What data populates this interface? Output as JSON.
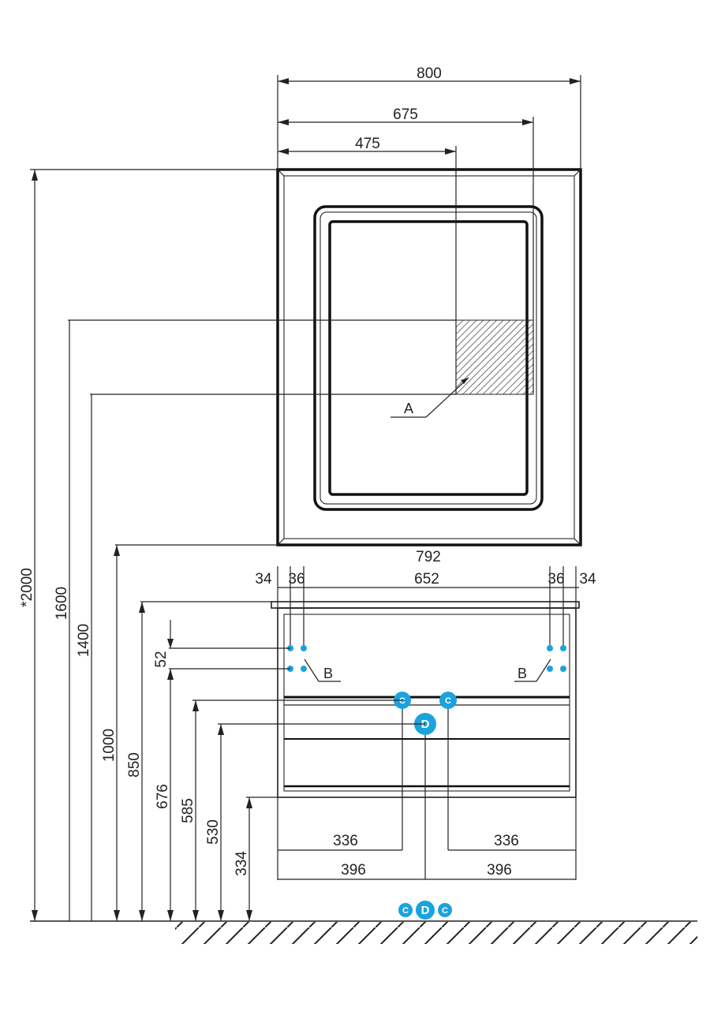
{
  "colors": {
    "line": "#222222",
    "marker": "#1aa3dd",
    "background": "#ffffff"
  },
  "top_dims": {
    "d800": "800",
    "d675": "675",
    "d475": "475"
  },
  "cabinet_dims": {
    "d792": "792",
    "d34_left": "34",
    "d36_left": "36",
    "d652": "652",
    "d36_right": "36",
    "d34_right": "34"
  },
  "bottom_dims": {
    "d336_left": "336",
    "d336_right": "336",
    "d396_left": "396",
    "d396_right": "396"
  },
  "height_dims": {
    "h2000": "*2000",
    "h1600": "1600",
    "h1400": "1400",
    "h1000": "1000",
    "h850": "850",
    "h676": "676",
    "h585": "585",
    "h530": "530",
    "h334": "334",
    "h52": "52"
  },
  "labels": {
    "a": "A",
    "b_left": "B",
    "b_right": "B"
  },
  "markers": {
    "c": "C",
    "d": "D"
  }
}
